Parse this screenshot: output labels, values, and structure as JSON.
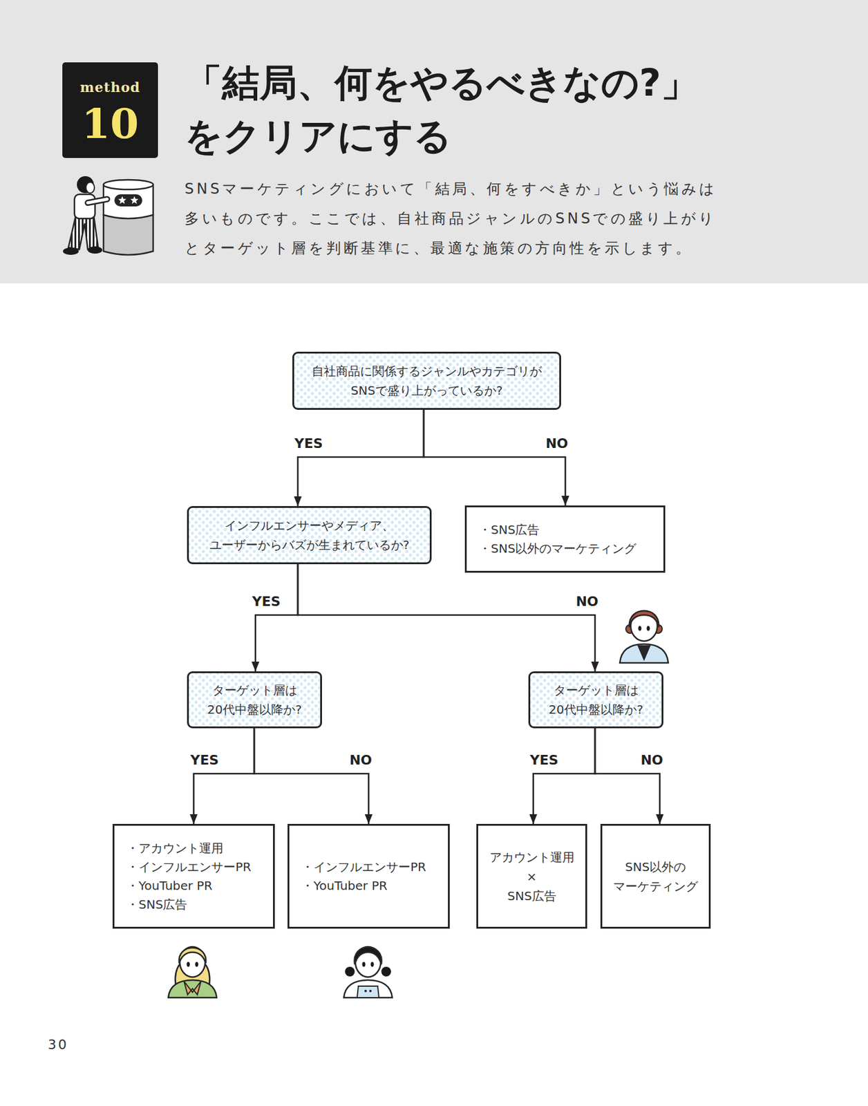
{
  "diagram": {
    "title": "「結局、何をやるべきなの?」 をクリアにする",
    "nodes": [
      {
        "text": [
          "自社商品に関係するジャンルやカテゴリが SNSで盛り上がっているか?"
        ]
      },
      {
        "text": [
          "インフルエンサーやメディア、 ユーザーからバズが生まれているか?"
        ]
      },
      {
        "text": [
          "・SNS広告",
          "・SNS以外のマーケティング"
        ]
      },
      {
        "text": [
          "ターゲット層は 20代中盤以降か?"
        ]
      },
      {
        "text": [
          "ターゲット層は 20代中盤以降か?"
        ]
      },
      {
        "text": [
          "・アカウント運用",
          "・インフルエンサーPR",
          "・YouTuber PR",
          "・SNS広告"
        ]
      },
      {
        "text": [
          "・インフルエンサーPR",
          "・YouTuber PR"
        ]
      },
      {
        "text": [
          "アカウント運用 × SNS広告"
        ]
      },
      {
        "text": [
          "SNS以外の マーケティング"
        ]
      }
    ],
    "edges": [
      {
        "from": 0,
        "to": 1,
        "label": "YES",
        "arrow": "to"
      },
      {
        "from": 0,
        "to": 2,
        "label": "NO",
        "arrow": "to"
      },
      {
        "from": 1,
        "to": 3,
        "label": "YES",
        "arrow": "to"
      },
      {
        "from": 1,
        "to": 4,
        "label": "NO",
        "arrow": "to"
      },
      {
        "from": 3,
        "to": 5,
        "label": "YES",
        "arrow": "to"
      },
      {
        "from": 3,
        "to": 6,
        "label": "NO",
        "arrow": "to"
      },
      {
        "from": 4,
        "to": 7,
        "label": "YES",
        "arrow": "to"
      },
      {
        "from": 4,
        "to": 8,
        "label": "NO",
        "arrow": "to"
      }
    ],
    "labels": [
      "method",
      "10",
      "SNSマーケティングにおいて「結局、何をすべきか」という悩みは多いものです。ここでは、自社商品ジャンルのSNSでの盛り上がりとターゲット層を判断基準に、最適な施策の方向性を示します。",
      "30"
    ]
  }
}
